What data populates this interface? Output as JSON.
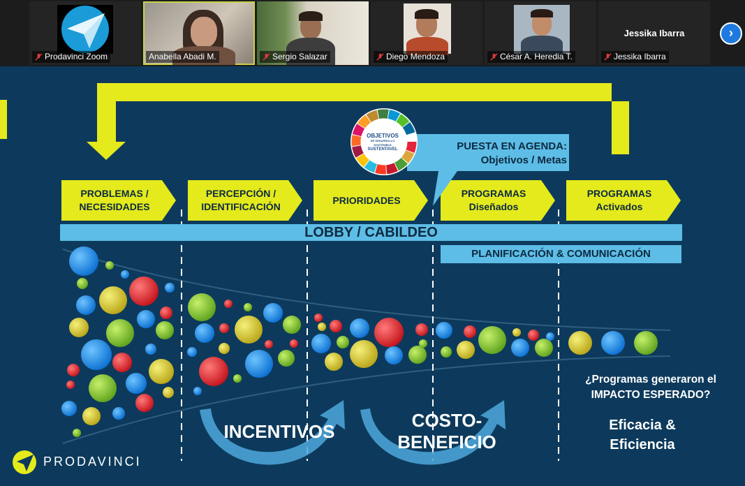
{
  "participants": [
    {
      "name": "Prodavinci Zoom",
      "type": "logo"
    },
    {
      "name": "Anabella Abadi M.",
      "type": "video",
      "active": true
    },
    {
      "name": "Sergio Salazar",
      "type": "video"
    },
    {
      "name": "Diego Mendoza",
      "type": "video"
    },
    {
      "name": "César A. Heredia T.",
      "type": "video"
    },
    {
      "name": "Jessika Ibarra",
      "type": "name-only",
      "display_name": "Jessika Ibarra"
    }
  ],
  "next_page_icon": "chevron-right-icon",
  "slide": {
    "stages": [
      {
        "line1": "PROBLEMAS /",
        "line2": "NECESIDADES"
      },
      {
        "line1": "PERCEPCIÓN /",
        "line2": "IDENTIFICACIÓN"
      },
      {
        "line1": "PRIORIDADES",
        "line2": ""
      },
      {
        "line1": "PROGRAMAS",
        "line2": "Diseñados"
      },
      {
        "line1": "PROGRAMAS",
        "line2": "Activados"
      }
    ],
    "lobby": "LOBBY / CABILDEO",
    "planning": "PLANIFICACIÓN & COMUNICACIÓN",
    "agenda_line1": "PUESTA EN AGENDA:",
    "agenda_line2": "Objetivos / Metas",
    "sdg_line1": "OBJETIVOS",
    "sdg_line2": "DE DESARROLLO SOSTENIBLE",
    "sdg_line3": "SUSTENTAVEL",
    "incentives": "INCENTIVOS",
    "cost_line1": "COSTO-",
    "cost_line2": "BENEFICIO",
    "question_line1": "¿Programas generaron el",
    "question_line2": "IMPACTO ESPERADO?",
    "efficacy_line1": "Eficacia &",
    "efficacy_line2": "Eficiencia",
    "brand": "PRODAVINCI"
  },
  "colors": {
    "slide_bg": "#0d3a5c",
    "yellow": "#e4ea1c",
    "light_blue": "#5dbde6",
    "active_outline": "#c9d24a"
  }
}
